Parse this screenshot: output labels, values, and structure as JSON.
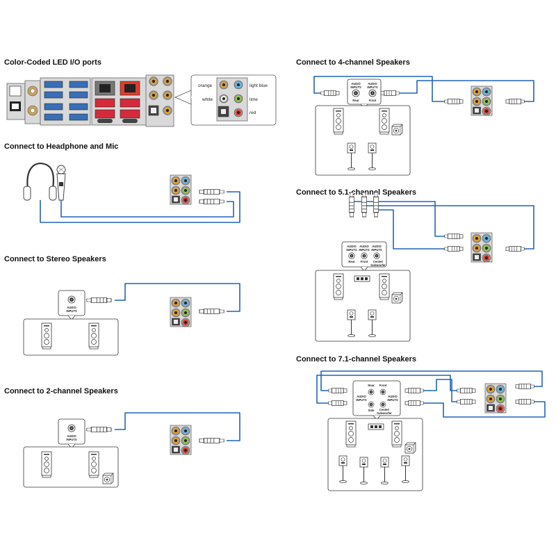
{
  "sections": {
    "io_ports": {
      "title": "Color-Coded LED I/O ports"
    },
    "headphone_mic": {
      "title": "Connect to Headphone and Mic"
    },
    "stereo": {
      "title": "Connect to Stereo Speakers"
    },
    "two_channel": {
      "title": "Connect to 2-channel Speakers"
    },
    "four_channel": {
      "title": "Connect to 4-channel Speakers"
    },
    "five_one": {
      "title": "Connect to 5.1-channel Speakers"
    },
    "seven_one": {
      "title": "Connect to 7.1-channel Speakers"
    }
  },
  "legend": {
    "orange": "orange",
    "white": "white",
    "light_blue": "light blue",
    "lime": "lime",
    "red": "red"
  },
  "speaker_labels": {
    "audio": "AUDIO",
    "inputs": "INPUTS",
    "rear": "Rear",
    "front": "Front",
    "center": "Center/",
    "subwoofer": "Subwoofer",
    "side": "Side"
  },
  "colors": {
    "orange": "#e8a020",
    "lime": "#8dc63f",
    "light_blue": "#5bb8e8",
    "red": "#e23b2b",
    "white": "#f2f2f2",
    "cable": "#1f64b5",
    "panel": "#d9d9d9"
  }
}
